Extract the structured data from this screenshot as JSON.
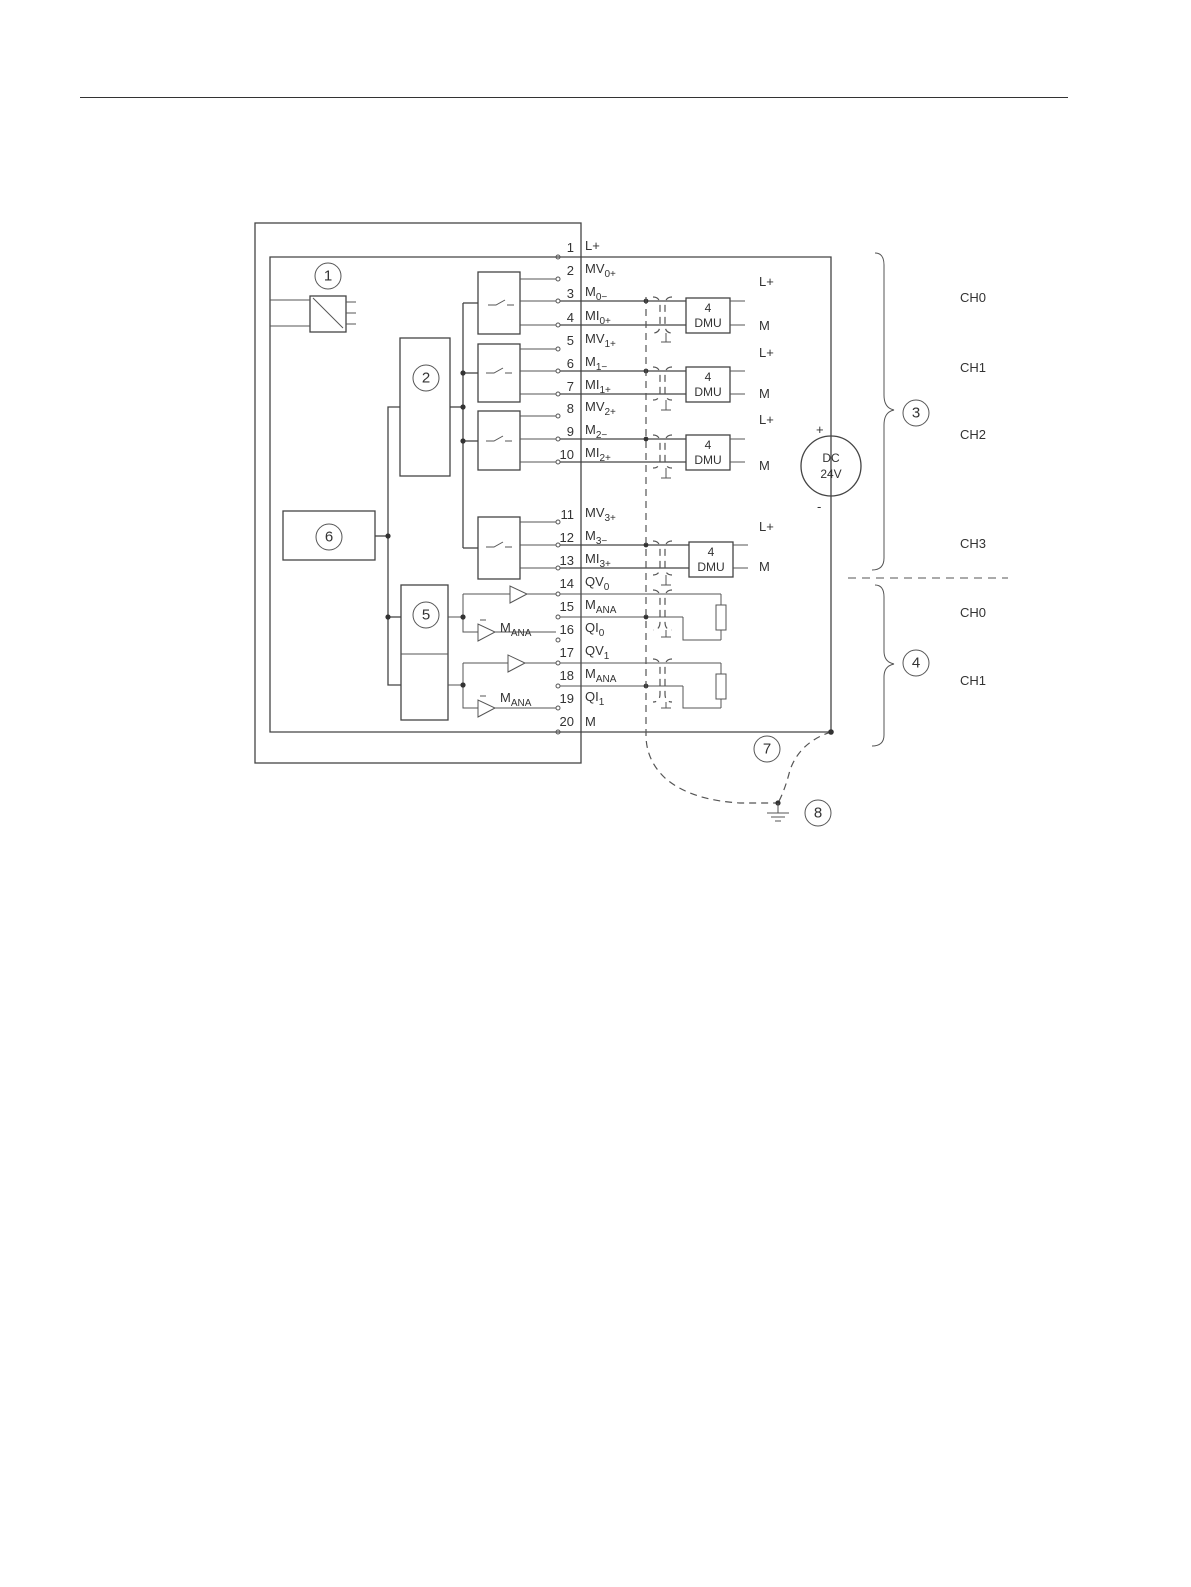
{
  "terminals": [
    {
      "num": "1",
      "base": "L+",
      "sub": ""
    },
    {
      "num": "2",
      "base": "MV",
      "sub": "0+"
    },
    {
      "num": "3",
      "base": "M",
      "sub": "0−"
    },
    {
      "num": "4",
      "base": "MI",
      "sub": "0+"
    },
    {
      "num": "5",
      "base": "MV",
      "sub": "1+"
    },
    {
      "num": "6",
      "base": "M",
      "sub": "1−"
    },
    {
      "num": "7",
      "base": "MI",
      "sub": "1+"
    },
    {
      "num": "8",
      "base": "MV",
      "sub": "2+"
    },
    {
      "num": "9",
      "base": "M",
      "sub": "2−"
    },
    {
      "num": "10",
      "base": "MI",
      "sub": "2+"
    },
    {
      "num": "11",
      "base": "MV",
      "sub": "3+"
    },
    {
      "num": "12",
      "base": "M",
      "sub": "3−"
    },
    {
      "num": "13",
      "base": "MI",
      "sub": "3+"
    },
    {
      "num": "14",
      "base": "QV",
      "sub": "0"
    },
    {
      "num": "15",
      "base": "M",
      "sub": "ANA"
    },
    {
      "num": "16",
      "base": "QI",
      "sub": "0"
    },
    {
      "num": "17",
      "base": "QV",
      "sub": "1"
    },
    {
      "num": "18",
      "base": "M",
      "sub": "ANA"
    },
    {
      "num": "19",
      "base": "QI",
      "sub": "1"
    },
    {
      "num": "20",
      "base": "M",
      "sub": ""
    }
  ],
  "callouts": [
    "1",
    "2",
    "3",
    "4",
    "5",
    "6",
    "7",
    "8"
  ],
  "transducers": [
    {
      "num": "4",
      "name": "DMU",
      "lplus": "L+",
      "minus": "M"
    },
    {
      "num": "4",
      "name": "DMU",
      "lplus": "L+",
      "minus": "M"
    },
    {
      "num": "4",
      "name": "DMU",
      "lplus": "L+",
      "minus": "M"
    },
    {
      "num": "4",
      "name": "DMU",
      "lplus": "L+",
      "minus": "M"
    }
  ],
  "supply": {
    "line1": "DC",
    "line2": "24V",
    "plus": "+",
    "minus": "-"
  },
  "inner_mana": {
    "base": "M",
    "sub": "ANA"
  },
  "input_channels": [
    "CH0",
    "CH1",
    "CH2",
    "CH3"
  ],
  "output_channels": [
    "CH0",
    "CH1"
  ]
}
